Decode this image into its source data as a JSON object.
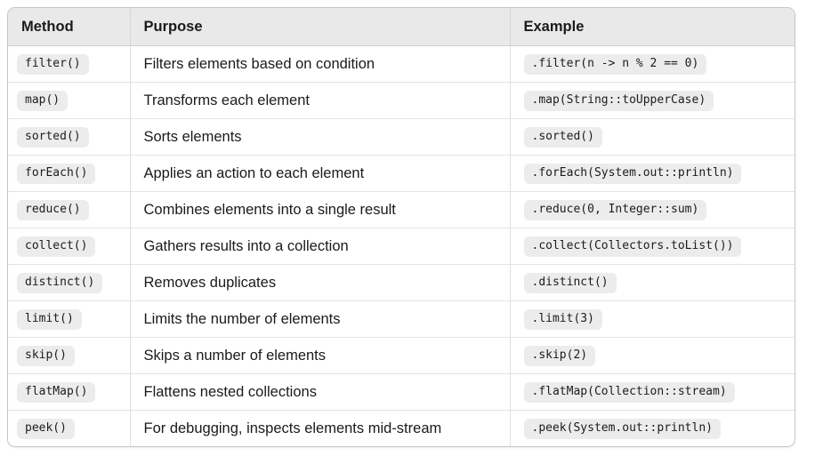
{
  "table": {
    "columns": [
      "Method",
      "Purpose",
      "Example"
    ],
    "rows": [
      {
        "method": "filter()",
        "purpose": "Filters elements based on condition",
        "example": ".filter(n -> n % 2 == 0)"
      },
      {
        "method": "map()",
        "purpose": "Transforms each element",
        "example": ".map(String::toUpperCase)"
      },
      {
        "method": "sorted()",
        "purpose": "Sorts elements",
        "example": ".sorted()"
      },
      {
        "method": "forEach()",
        "purpose": "Applies an action to each element",
        "example": ".forEach(System.out::println)"
      },
      {
        "method": "reduce()",
        "purpose": "Combines elements into a single result",
        "example": ".reduce(0, Integer::sum)"
      },
      {
        "method": "collect()",
        "purpose": "Gathers results into a collection",
        "example": ".collect(Collectors.toList())"
      },
      {
        "method": "distinct()",
        "purpose": "Removes duplicates",
        "example": ".distinct()"
      },
      {
        "method": "limit()",
        "purpose": "Limits the number of elements",
        "example": ".limit(3)"
      },
      {
        "method": "skip()",
        "purpose": "Skips a number of elements",
        "example": ".skip(2)"
      },
      {
        "method": "flatMap()",
        "purpose": "Flattens nested collections",
        "example": ".flatMap(Collection::stream)"
      },
      {
        "method": "peek()",
        "purpose": "For debugging, inspects elements mid-stream",
        "example": ".peek(System.out::println)"
      }
    ]
  },
  "colors": {
    "header_bg": "#e9e9e9",
    "chip_bg": "#ececec",
    "outer_border": "#c6c6c6",
    "row_divider": "#e4e4e4",
    "column_divider": "#e0e0e0",
    "text": "#1a1a1a"
  }
}
